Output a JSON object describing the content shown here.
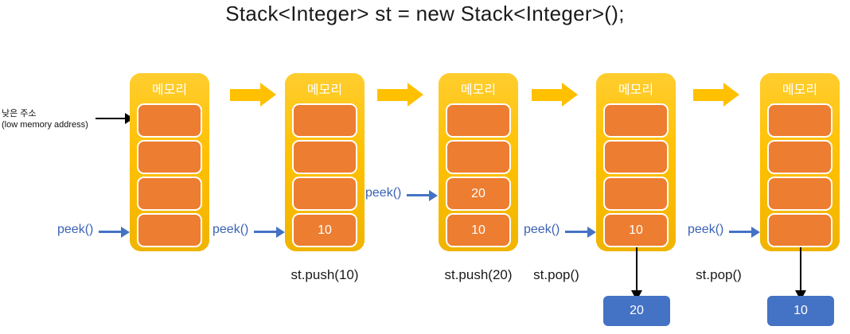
{
  "title": "Stack<Integer> st = new Stack<Integer>();",
  "annotations": {
    "low_address_line1": "낮은 주소",
    "low_address_line2": "(low memory address)",
    "peek_label": "peek()"
  },
  "colors": {
    "memory_container": "#FFC000",
    "slot": "#ED7D31",
    "popped_box": "#4472C4",
    "peek_arrow": "#4472C4",
    "step_arrow": "#FFC000",
    "black_arrow": "#000000",
    "slot_text": "#FFFFFF"
  },
  "stacks": [
    {
      "memory_label": "메모리",
      "slots": [
        "",
        "",
        "",
        ""
      ],
      "caption": "",
      "peek_label": "peek()",
      "popped": null
    },
    {
      "memory_label": "메모리",
      "slots": [
        "",
        "",
        "",
        "10"
      ],
      "caption": "st.push(10)",
      "peek_label": "peek()",
      "popped": null
    },
    {
      "memory_label": "메모리",
      "slots": [
        "",
        "",
        "20",
        "10"
      ],
      "caption": "st.push(20)",
      "peek_label": "peek()",
      "popped": null
    },
    {
      "memory_label": "메모리",
      "slots": [
        "",
        "",
        "",
        "10"
      ],
      "caption": "st.pop()",
      "peek_label": "peek()",
      "popped": "20"
    },
    {
      "memory_label": "메모리",
      "slots": [
        "",
        "",
        "",
        ""
      ],
      "caption": "st.pop()",
      "peek_label": "peek()",
      "popped": "10"
    }
  ]
}
